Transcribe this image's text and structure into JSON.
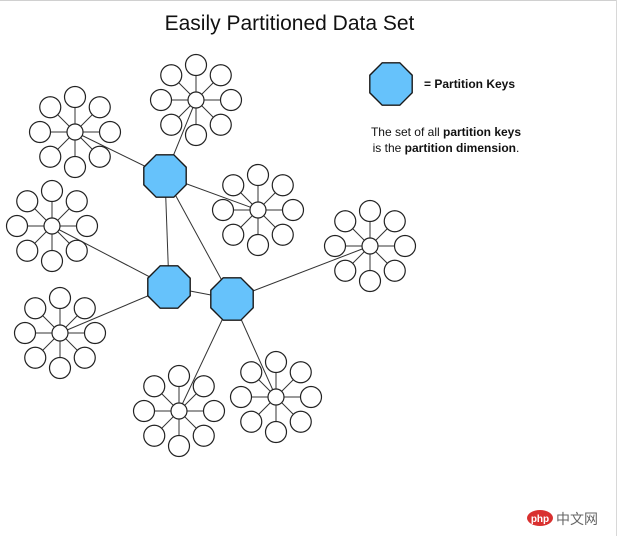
{
  "diagram": {
    "title": "Easily Partitioned Data Set",
    "legend": {
      "key_label": "= Partition Keys",
      "caption_part1": "The set of all ",
      "caption_bold1": "partition keys",
      "caption_part2": "is the ",
      "caption_bold2": "partition dimension",
      "caption_part3": "."
    },
    "colors": {
      "partition_key_fill": "#66c2fb",
      "partition_key_stroke": "#1a1a1a",
      "node_fill": "#ffffff",
      "node_stroke": "#222222",
      "edge": "#333333"
    },
    "partition_keys": [
      "key-a",
      "key-b",
      "key-c"
    ],
    "key_links": [
      [
        "key-a",
        "key-b"
      ],
      [
        "key-a",
        "key-c"
      ],
      [
        "key-b",
        "key-c"
      ]
    ],
    "clusters": [
      {
        "id": "cluster-1",
        "linked_to": "key-a"
      },
      {
        "id": "cluster-2",
        "linked_to": "key-a"
      },
      {
        "id": "cluster-3",
        "linked_to": "key-a"
      },
      {
        "id": "cluster-4",
        "linked_to": "key-b"
      },
      {
        "id": "cluster-5",
        "linked_to": "key-b"
      },
      {
        "id": "cluster-6",
        "linked_to": "key-c"
      },
      {
        "id": "cluster-7",
        "linked_to": "key-c"
      },
      {
        "id": "cluster-8",
        "linked_to": "key-c"
      },
      {
        "id": "cluster-9",
        "linked_to": "key-c"
      }
    ],
    "satellites_per_cluster": 8
  },
  "watermark": {
    "brand": "php",
    "text": "中文网"
  }
}
